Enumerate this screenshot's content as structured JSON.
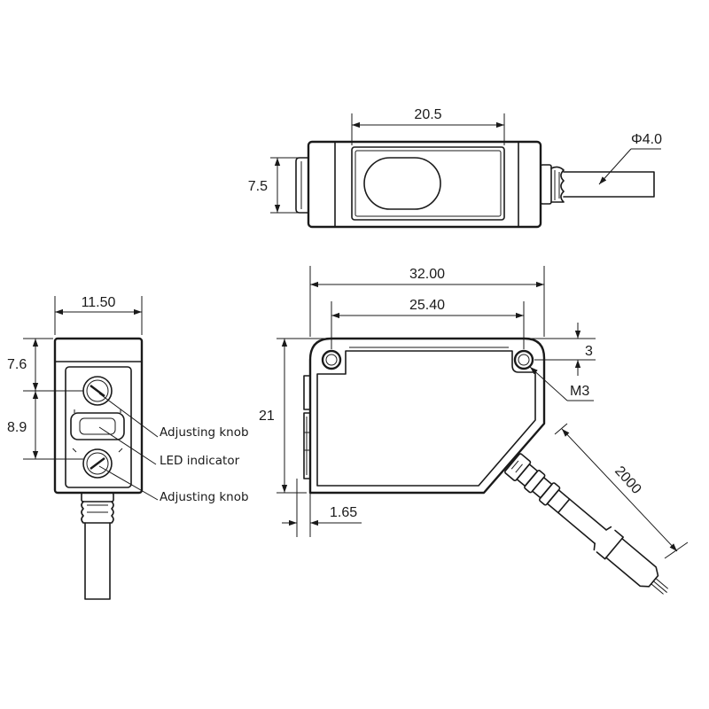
{
  "top_view": {
    "width_dim": "20.5",
    "height_dim": "7.5",
    "cable_dim": "Φ4.0"
  },
  "side_view": {
    "overall_width_dim": "32.00",
    "hole_spacing_dim": "25.40",
    "height_dim": "21",
    "hole_offset_dim": "3",
    "hole_thread_label": "M3",
    "cable_length_dim": "2000",
    "rear_offset_dim": "1.65"
  },
  "front_view": {
    "width_dim": "11.50",
    "upper_dim": "7.6",
    "lower_dim": "8.9",
    "callouts": [
      "Adjusting knob",
      "LED indicator",
      "Adjusting knob"
    ]
  }
}
